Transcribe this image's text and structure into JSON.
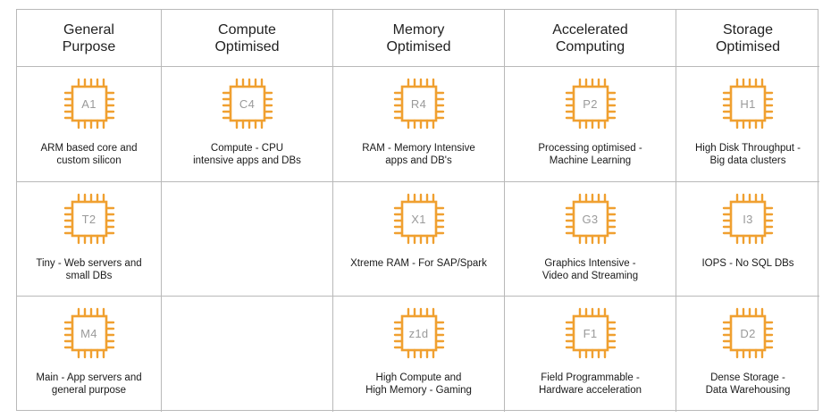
{
  "headers": [
    {
      "line1": "General",
      "line2": "Purpose"
    },
    {
      "line1": "Compute",
      "line2": "Optimised"
    },
    {
      "line1": "Memory",
      "line2": "Optimised"
    },
    {
      "line1": "Accelerated",
      "line2": "Computing"
    },
    {
      "line1": "Storage",
      "line2": "Optimised"
    }
  ],
  "rows": [
    [
      {
        "chip": "A1",
        "line1": "ARM based core and",
        "line2": "custom silicon"
      },
      {
        "chip": "C4",
        "line1": "Compute - CPU",
        "line2": "intensive apps and DBs"
      },
      {
        "chip": "R4",
        "line1": "RAM - Memory Intensive",
        "line2": "apps and DB's"
      },
      {
        "chip": "P2",
        "line1": "Processing optimised -",
        "line2": "Machine Learning"
      },
      {
        "chip": "H1",
        "line1": "High Disk Throughput -",
        "line2": "Big data clusters"
      }
    ],
    [
      {
        "chip": "T2",
        "line1": "Tiny - Web servers and",
        "line2": "small DBs"
      },
      null,
      {
        "chip": "X1",
        "line1": "Xtreme RAM - For SAP/Spark",
        "line2": ""
      },
      {
        "chip": "G3",
        "line1": "Graphics Intensive -",
        "line2": "Video and Streaming"
      },
      {
        "chip": "I3",
        "line1": "IOPS - No SQL DBs",
        "line2": ""
      }
    ],
    [
      {
        "chip": "M4",
        "line1": "Main - App servers and",
        "line2": "general purpose"
      },
      null,
      {
        "chip": "z1d",
        "line1": "High Compute and",
        "line2": "High Memory - Gaming"
      },
      {
        "chip": "F1",
        "line1": "Field Programmable -",
        "line2": "Hardware acceleration"
      },
      {
        "chip": "D2",
        "line1": "Dense Storage -",
        "line2": "Data Warehousing"
      }
    ]
  ],
  "colors": {
    "chip_orange": "#F0A030",
    "grid_line": "#B9B9B9",
    "chip_label": "#9A9A9A"
  },
  "icon": "cpu-chip-icon"
}
